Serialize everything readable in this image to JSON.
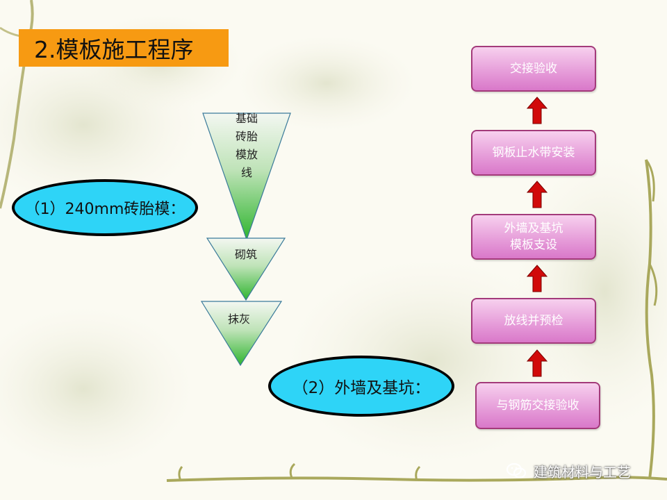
{
  "title": "2.模板施工程序",
  "section1": {
    "label": "（1）240mm砖胎模：",
    "steps": [
      "基础\n砖胎\n模放\n线",
      "砌筑",
      "抹灰"
    ]
  },
  "section2": {
    "label": "（2）外墙及基坑：",
    "flow": [
      "交接验收",
      "钢板止水带安装",
      "外墙及基坑\n模板支设",
      "放线并预检",
      "与钢筋交接验收"
    ]
  },
  "watermark": "建筑材料与工艺",
  "colors": {
    "title_bg": "#f79a12",
    "ellipse_fill": "#2ed4f7",
    "arrow_red": "#d10a0a",
    "flow_box": "#e59ad8",
    "triangle_green": "#33bb33"
  }
}
